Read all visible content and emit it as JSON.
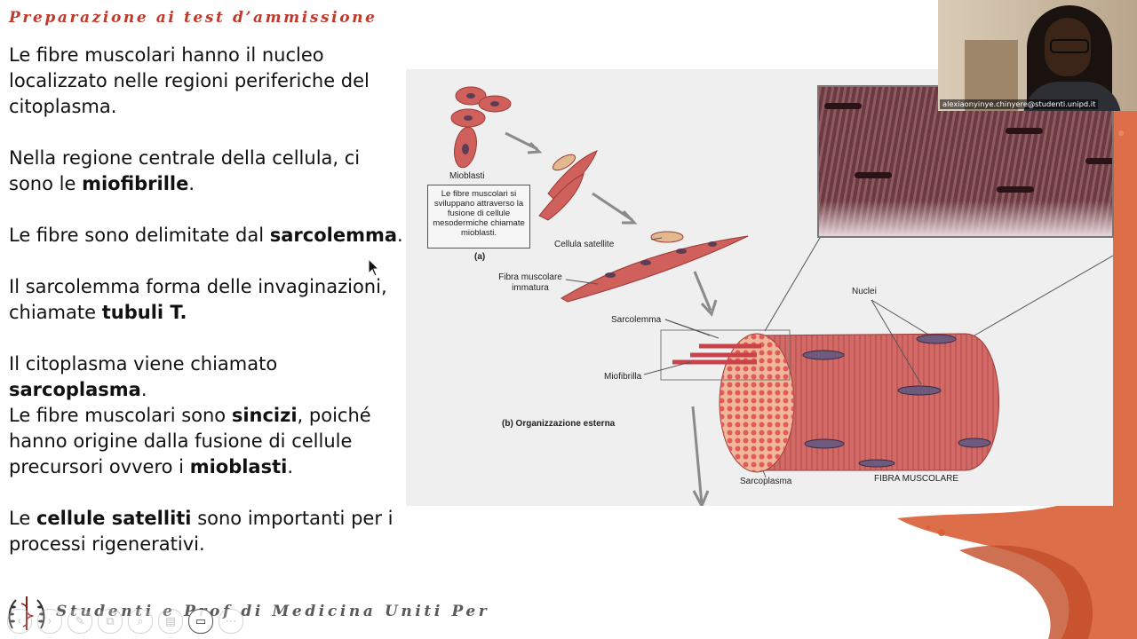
{
  "slide": {
    "header_title": "Preparazione ai test d’ammissione",
    "paragraphs": [
      {
        "text": "Le fibre muscolari  hanno il nucleo localizzato nelle regioni periferiche del citoplasma."
      },
      {
        "pre": "Nella regione centrale della cellula, ci sono le ",
        "bold": "miofibrille",
        "post": "."
      },
      {
        "pre": "Le fibre sono delimitate dal ",
        "bold": "sarcolemma",
        "post": "."
      },
      {
        "pre": "Il sarcolemma forma delle invaginazioni, chiamate ",
        "bold": "tubuli T.",
        "post": ""
      },
      {
        "pre": "Il citoplasma viene chiamato ",
        "bold": "sarcoplasma",
        "post": "."
      },
      {
        "pre": "Le fibre muscolari sono ",
        "bold": "sincizi",
        "mid": ", poiché hanno origine dalla fusione di cellule precursori ovvero i ",
        "bold2": "mioblasti",
        "post": "."
      },
      {
        "pre": "Le ",
        "bold": "cellule satelliti",
        "post": " sono importanti per i processi rigenerativi."
      }
    ],
    "footer_text": "Studenti e Prof di Medicina Uniti Per"
  },
  "figure": {
    "labels": {
      "mioblasti": "Mioblasti",
      "caption_box": "Le fibre muscolari si sviluppano attraverso la fusione di cellule mesodermiche chiamate mioblasti.",
      "panel_a": "(a)",
      "cellula_satellite": "Cellula satellite",
      "fibra_immatura": "Fibra muscolare immatura",
      "sarcolemma": "Sarcolemma",
      "miofibrilla": "Miofibrilla",
      "panel_b": "(b) Organizzazione esterna",
      "nuclei": "Nuclei",
      "sarcoplasma": "Sarcoplasma",
      "fibra_muscolare": "FIBRA MUSCOLARE"
    }
  },
  "webcam": {
    "participant_email": "alexiaonyinye.chinyere@studenti.unipd.it"
  },
  "toolbar": {
    "icons": [
      "back-icon",
      "forward-icon",
      "pen-icon",
      "copy-icon",
      "zoom-icon",
      "notes-icon",
      "video-icon",
      "more-icon"
    ],
    "glyphs": [
      "‹",
      "›",
      "✎",
      "⧉",
      "⌕",
      "▤",
      "▭",
      "⋯"
    ]
  },
  "colors": {
    "header_accent": "#c0392b",
    "orange_decoration": "#d9623a",
    "fiber_red": "#d0605c"
  }
}
